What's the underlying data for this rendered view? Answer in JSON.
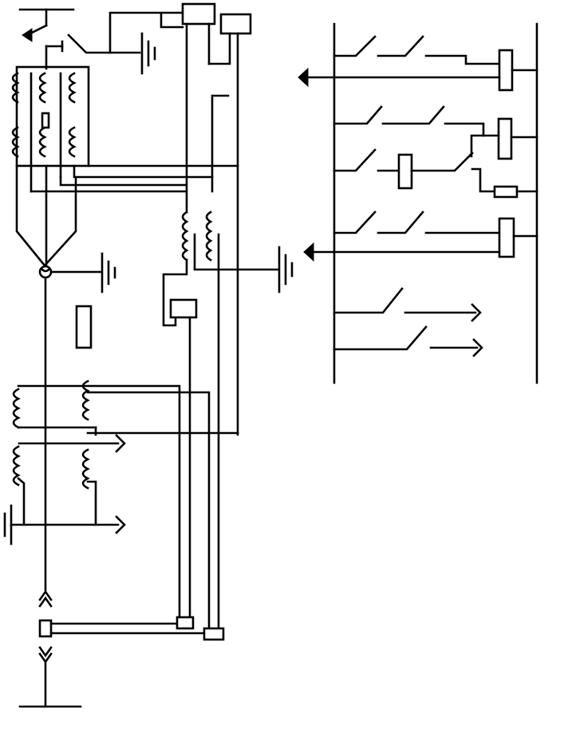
{
  "diagram": {
    "type": "electrical-single-line-schematic",
    "colors": {
      "line": "#000000",
      "background": "#ffffff"
    },
    "symbols": [
      "busbar",
      "disconnect-switch",
      "ground-symbol",
      "current-transformer",
      "voltage-transformer",
      "relay-coil-box",
      "output-arrow",
      "contact"
    ]
  }
}
